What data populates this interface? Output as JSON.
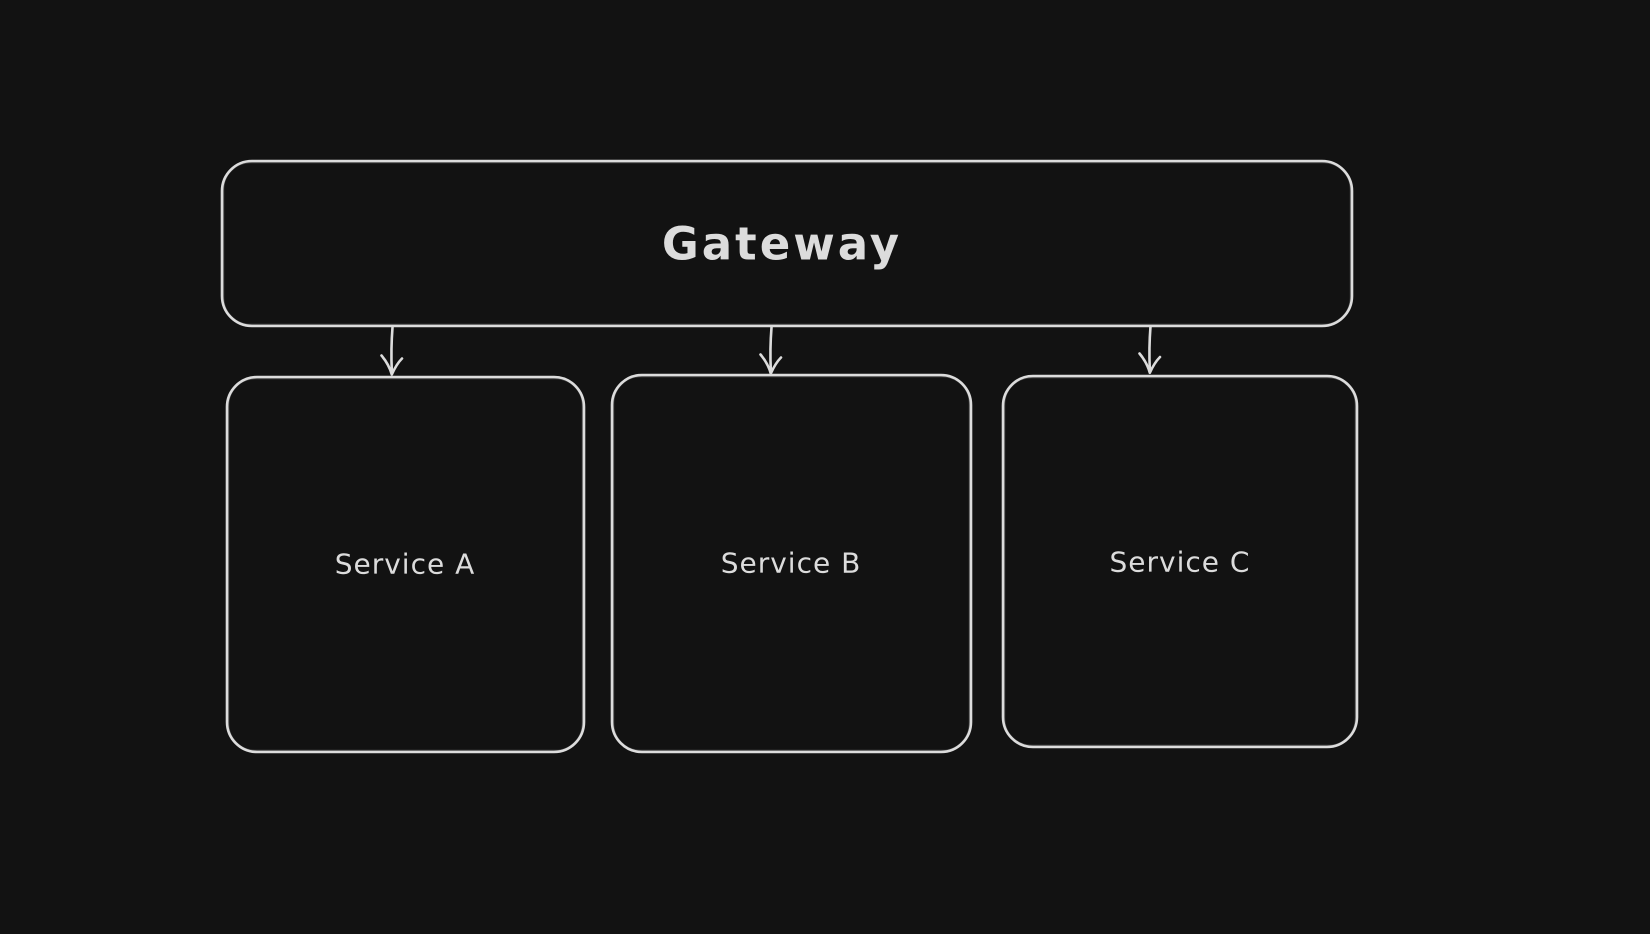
{
  "theme": {
    "background": "#121212",
    "stroke_color": "#dcdcdc",
    "text_color": "#dcdcdc"
  },
  "diagram": {
    "type": "architecture-diagram",
    "style": "hand-drawn",
    "nodes": [
      {
        "id": "gateway",
        "label": "Gateway",
        "shape": "rounded-rectangle"
      },
      {
        "id": "service-a",
        "label": "Service A",
        "shape": "rounded-rectangle"
      },
      {
        "id": "service-b",
        "label": "Service B",
        "shape": "rounded-rectangle"
      },
      {
        "id": "service-c",
        "label": "Service C",
        "shape": "rounded-rectangle"
      }
    ],
    "edges": [
      {
        "from": "Gateway",
        "to": "Service A",
        "arrow": "open-v-down"
      },
      {
        "from": "Gateway",
        "to": "Service B",
        "arrow": "open-v-down"
      },
      {
        "from": "Gateway",
        "to": "Service C",
        "arrow": "open-v-down"
      }
    ]
  }
}
